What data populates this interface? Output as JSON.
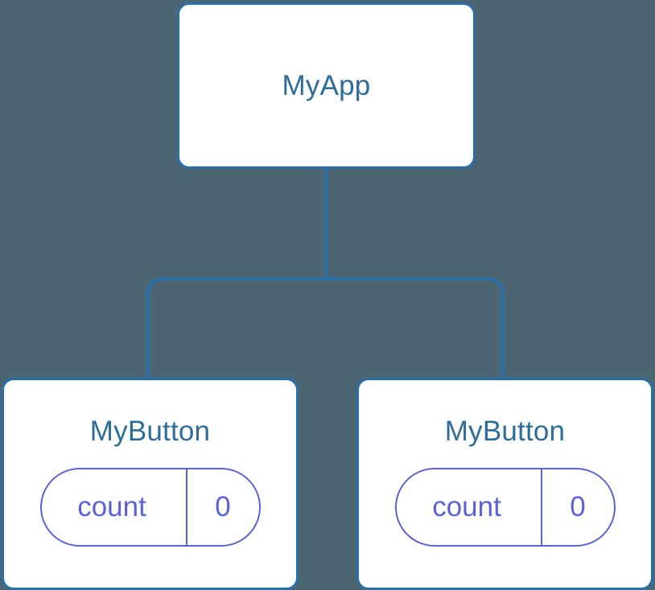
{
  "diagram": {
    "type": "component-tree",
    "background_color": "#4b6672",
    "node_border_color": "#2b6fa8",
    "node_fill_color": "#ffffff",
    "node_title_color": "#2e6d99",
    "edge_color": "#2b6fa8",
    "state_accent_color": "#5b63d3",
    "root": {
      "label": "MyApp"
    },
    "children": [
      {
        "label": "MyButton",
        "state": {
          "key": "count",
          "value": "0"
        }
      },
      {
        "label": "MyButton",
        "state": {
          "key": "count",
          "value": "0"
        }
      }
    ]
  }
}
